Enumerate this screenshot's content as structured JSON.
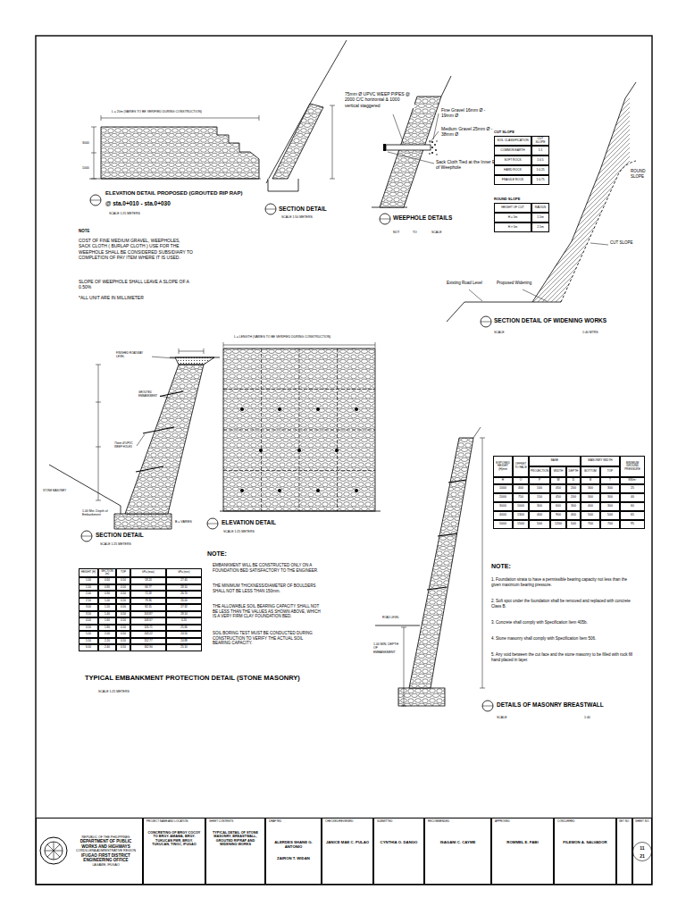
{
  "diagram": {
    "nodes": [
      {
        "text": [
          "REPUBLIC OF THE PHILIPPINES",
          "DEPARTMENT OF PUBLIC WORKS AND HIGHWAYS",
          "CORDILLERA ADMINISTRATIVE REGION",
          "IFUGAO FIRST DISTRICT ENGINEERING OFFICE",
          "LAGAWE, IFUGAO"
        ]
      },
      {
        "text": [
          "PROJECT NAME AND LOCATION",
          "CONCRETING OF BRGY COCOY TO BRGY. AMAMA, BRGY. TUKUCAN FMR, BRGY. TUKUCAN, TINOC, IFUGAO"
        ]
      },
      {
        "text": [
          "SHEET CONTENTS",
          "TYPICAL DETAIL OF STONE MASONRY, BREASTWALL, GROUTED RIPRAP AND WIDENING WORKS"
        ]
      },
      {
        "text": [
          "DRAFTED",
          "ALERDES SHANE G. ANTONIO",
          "ZAIRON T. WIDAN"
        ]
      },
      {
        "text": [
          "CHECKED/REVIEWED",
          "JANICE MAE C. PULAO"
        ]
      },
      {
        "text": [
          "SUBMITTED",
          "CYNTHIA O. DANGO"
        ]
      },
      {
        "text": [
          "RECOMMENDED",
          "ISAGANI C. CAYME"
        ]
      },
      {
        "text": [
          "APPROVED",
          "ROMMEL E. FABI"
        ]
      },
      {
        "text": [
          "CONCURRED",
          "FILEMON A. SALVADOR"
        ]
      },
      {
        "text": [
          "SET NO."
        ]
      },
      {
        "text": [
          "SHEET NO.",
          "11",
          "21"
        ]
      }
    ],
    "labels": [
      "L = 20m (VARIES TO BE VERIFIED DURING CONSTRUCTION)",
      "3000",
      "1000",
      "ELEVATION DETAIL PROPOSED (GROUTED RIP RAP)",
      "@ sta.0+010 - sta.0+030",
      "SCALE 1:25 METERS",
      "NOTE",
      "COST OF FINE MEDIUM GRAVEL, WEEPHOLES, SACK CLOTH ( BURLAP CLOTH ) USE FOR THE WEEPHOLE SHALL BE CONSIDERED SUBSIDIARY TO COMPLETION OF PAY ITEM WHERE IT IS USED.",
      "SLOPE OF WEEPHOLE SHALL LEAVE A SLOPE OF A 0.50%",
      "*ALL UNIT ARE IN MILLIMETER",
      "SECTION DETAIL",
      "SCALE 1:50 METERS",
      "75mm Ø UPVC WEEP PIPES @ 2000 C/C horizontal & 1000 vertical staggered",
      "Fine Gravel 16mm Ø - 19mm Ø",
      "Medium Gravel 25mm Ø - 38mm Ø",
      "Sack Cloth Tied at the Inner End of Weephole",
      "WEEPHOLE DETAILS",
      "NOT",
      "TO",
      "SCALE",
      "CUT SLOPE",
      "SOIL CLASSIFICATION",
      "CUT SLOPE",
      "COMMON EARTH",
      "1:1",
      "SOFT ROCK",
      "1:0.5",
      "HARD ROCK",
      "1:0.25",
      "FRAGILE ROCK",
      "1:0.75",
      "ROUND SLOPE",
      "HEIGHT OF CUT",
      "RADIUS",
      "H ≤ 5m",
      "1.5m",
      "H > 5m",
      "2.5m",
      "ROUND SLOPE",
      "CUT SLOPE",
      "Existing Road Level",
      "Proposed Widening",
      "SECTION DETAIL OF WIDENING WORKS",
      "SCALE",
      "1:40 MTRS",
      "SECTION DETAIL",
      "SCALE 1:25 METERS",
      "STONE MASONRY",
      "1.00 Min. Depth of Embankment",
      "B = VARIES",
      "FINISHED ROADWAY LEVEL",
      "GROUTED EMBANKMENT",
      "75mm Ø UPVC WEEP HOLES",
      "L = LENGTH (VARIES TO BE VERIFIED DURING CONSTRUCTION)",
      "ELEVATION DETAIL",
      "SCALE 1:25 METERS",
      "HEIGHT (H)",
      "SECTION (m)",
      "TOP",
      "kPa (max)",
      "kPa (min)",
      "1.00",
      "0.60",
      "0.50",
      "58.24",
      "27.40",
      "1.50",
      "0.80",
      "0.50",
      "66.77",
      "28.10",
      "2.00",
      "0.90",
      "0.50",
      "72.28",
      "26.70",
      "2.50",
      "1.00",
      "0.50",
      "78.36",
      "26.00",
      "3.00",
      "1.20",
      "0.50",
      "82.15",
      "27.32",
      "3.50",
      "1.40",
      "0.50",
      "103.87",
      "28.14",
      "4.00",
      "1.60",
      "0.50",
      "108.67",
      "4.20",
      "4.50",
      "1.80",
      "0.50",
      "126.71",
      "25.66",
      "5.00",
      "2.00",
      "0.50",
      "143.22",
      "24.50",
      "5.50",
      "2.20",
      "0.50",
      "152.77",
      "24.88",
      "6.00",
      "2.40",
      "0.50",
      "162.94",
      "25.10",
      "NOTE:",
      "EMBANKMENT WILL BE CONSTRUCTED ONLY ON A FOUNDATION BED SATISFACTORY TO THE ENGINEER.",
      "THE MINIMUM THICKNESS/DIAMETER OF BOULDERS SHALL NOT BE LESS THAN 150mm.",
      "THE ALLOWABLE SOIL BEARING CAPACITY SHALL NOT BE LESS THAN THE VALUES AS SHOWN ABOVE, WHICH IS A VERY FIRM CLAY FOUNDATION BED.",
      "SOIL BORING TEST MUST BE CONDUCTED DURING CONSTRUCTION TO VERIFY THE ACTUAL SOIL BEARING CAPACITY.",
      "TYPICAL EMBANKMENT PROTECTION DETAIL (STONE MASONRY)",
      "SCALE 1:25 METERS",
      "1.00 MIN. DEPTH OF EMBANKMENT",
      "ROAD LEVEL",
      "EXPOSED HEIGHT (H)mm",
      "OFFSET TO FACE",
      "BASE",
      "MASONRY WIDTH",
      "MINIMUM GROUND PRESSURE",
      "PROJECTION",
      "WIDTH",
      "DEPTH",
      "BOTTOM",
      "TOP",
      "H",
      "O",
      "P",
      "W",
      "D",
      "B",
      "T",
      "KN/m²",
      "1000",
      "400",
      "100",
      "450",
      "200",
      "300",
      "300",
      "25",
      "2000",
      "750",
      "150",
      "450",
      "200",
      "300",
      "300",
      "40",
      "3000",
      "1000",
      "300",
      "600",
      "300",
      "400",
      "300",
      "60",
      "4000",
      "1300",
      "400",
      "900",
      "400",
      "500",
      "500",
      "65",
      "5000",
      "1500",
      "500",
      "1200",
      "500",
      "700",
      "700",
      "95",
      "NOTE:",
      "1. Foundation strata to have a permissible bearing capacity not less than the given maximum bearing pressure.",
      "2. Soft spot under the foundation shall be removed and replaced with concrete Class B.",
      "3. Concrete shall comply with Specification Item 405b.",
      "4. Stone masonry shall comply with Specification Item 506.",
      "5. Any void between the cut face and the stone masonry to be filled with rock fill hand placed in layer.",
      "DETAILS OF MASONRY BREASTWALL",
      "SCALE",
      "1:40"
    ]
  }
}
